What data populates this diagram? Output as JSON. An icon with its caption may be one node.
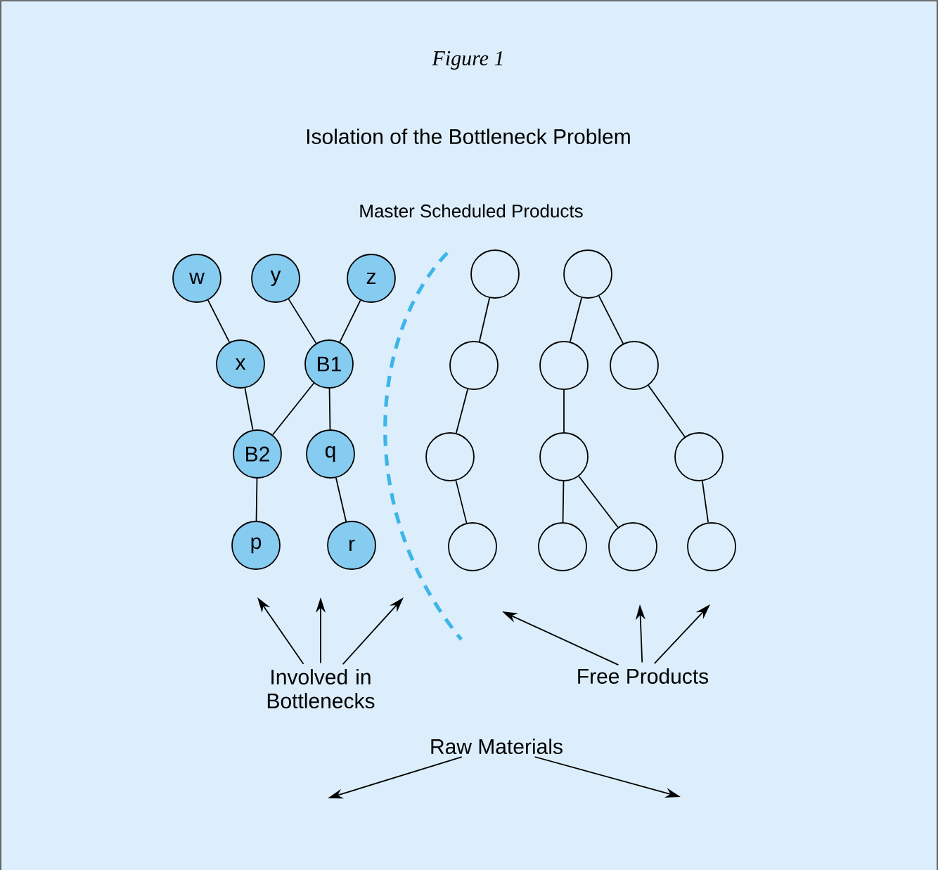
{
  "diagram": {
    "title": "Figure 1",
    "caption": "Isolation of the Bottleneck Problem",
    "nodes": [
      {
        "text": [
          "w"
        ]
      },
      {
        "text": [
          "y"
        ]
      },
      {
        "text": [
          "z"
        ]
      },
      {
        "text": [
          "x"
        ]
      },
      {
        "text": [
          "B1"
        ]
      },
      {
        "text": [
          "B2"
        ]
      },
      {
        "text": [
          "q"
        ]
      },
      {
        "text": [
          "p"
        ]
      },
      {
        "text": [
          "r"
        ]
      },
      {
        "text": [],
        "shape": "circle"
      },
      {
        "text": [],
        "shape": "circle"
      },
      {
        "text": [],
        "shape": "circle"
      },
      {
        "text": [],
        "shape": "circle"
      },
      {
        "text": [],
        "shape": "circle"
      },
      {
        "text": [],
        "shape": "circle"
      },
      {
        "text": [],
        "shape": "circle"
      },
      {
        "text": [],
        "shape": "circle"
      },
      {
        "text": [],
        "shape": "circle"
      },
      {
        "text": [],
        "shape": "circle"
      },
      {
        "text": [],
        "shape": "circle"
      },
      {
        "text": [],
        "shape": "circle"
      },
      {
        "text": [
          "Involved in Bottlenecks"
        ]
      },
      {
        "text": [
          "Free Products"
        ]
      },
      {
        "text": [
          "Raw Materials"
        ]
      }
    ],
    "edges": [
      {
        "from": 0,
        "to": 3,
        "arrow": "none"
      },
      {
        "from": 1,
        "to": 4,
        "arrow": "none"
      },
      {
        "from": 2,
        "to": 4,
        "arrow": "none"
      },
      {
        "from": 3,
        "to": 5,
        "arrow": "none"
      },
      {
        "from": 4,
        "to": 5,
        "arrow": "none"
      },
      {
        "from": 4,
        "to": 6,
        "arrow": "none"
      },
      {
        "from": 5,
        "to": 7,
        "arrow": "none"
      },
      {
        "from": 6,
        "to": 8,
        "arrow": "none"
      },
      {
        "from": 9,
        "to": 10,
        "arrow": "none"
      },
      {
        "from": 10,
        "to": 11,
        "arrow": "none"
      },
      {
        "from": 11,
        "to": 12,
        "arrow": "none"
      },
      {
        "from": 13,
        "to": 14,
        "arrow": "none"
      },
      {
        "from": 13,
        "to": 15,
        "arrow": "none"
      },
      {
        "from": 14,
        "to": 16,
        "arrow": "none"
      },
      {
        "from": 16,
        "to": 18,
        "arrow": "none"
      },
      {
        "from": 16,
        "to": 19,
        "arrow": "none"
      },
      {
        "from": 15,
        "to": 17,
        "arrow": "none"
      },
      {
        "from": 17,
        "to": 20,
        "arrow": "none"
      },
      {
        "from": 21,
        "to": null,
        "arrow": "to"
      },
      {
        "from": 21,
        "to": null,
        "arrow": "to"
      },
      {
        "from": 21,
        "to": null,
        "arrow": "to"
      },
      {
        "from": 22,
        "to": null,
        "arrow": "to"
      },
      {
        "from": 22,
        "to": null,
        "arrow": "to"
      },
      {
        "from": 22,
        "to": null,
        "arrow": "to"
      },
      {
        "from": 23,
        "to": null,
        "arrow": "to"
      },
      {
        "from": 23,
        "to": null,
        "arrow": "to"
      }
    ],
    "labels": [
      "Master Scheduled Products"
    ]
  }
}
